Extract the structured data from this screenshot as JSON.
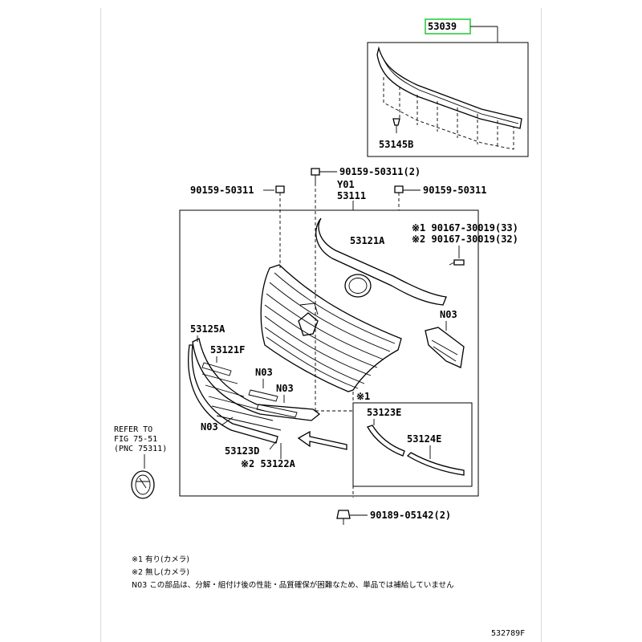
{
  "highlight_color": "#2ecc40",
  "parts": {
    "p53039": "53039",
    "p53145B": "53145B",
    "p90159_50311_2": "90159-50311(2)",
    "p90159_50311_left": "90159-50311",
    "p90159_50311_right": "90159-50311",
    "pY01": "Y01",
    "p53111": "53111",
    "p53121A": "53121A",
    "p90167_a": "※1 90167-30019(33)",
    "p90167_b": "※2 90167-30019(32)",
    "pN03_right": "N03",
    "p53125A": "53125A",
    "p53121F": "53121F",
    "pN03_mid1": "N03",
    "pN03_mid2": "N03",
    "pN03_left": "N03",
    "p53123D": "53123D",
    "p53122A": "※2 53122A",
    "inset_mark": "※1",
    "p53123E": "53123E",
    "p53124E": "53124E",
    "p90189": "90189-05142(2)"
  },
  "refer": {
    "line1": "REFER TO",
    "line2": "FIG 75-51",
    "line3": "(PNC 75311)"
  },
  "notes": {
    "n1": "※1 有り(カメラ)",
    "n2": "※2 無し(カメラ)",
    "n3": "N03 この部品は、分解・組付け後の性能・品質確保が困難なため、単品では補給していません"
  },
  "figure_id": "532789F"
}
